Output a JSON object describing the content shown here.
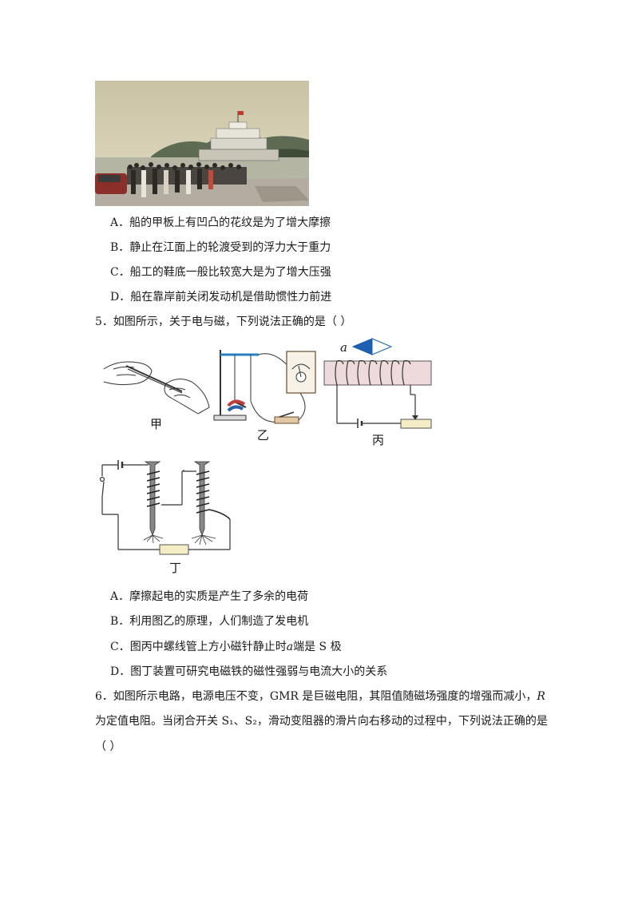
{
  "q4": {
    "options": {
      "A": "A．船的甲板上有凹凸的花纹是为了增大摩擦",
      "B": "B．静止在江面上的轮渡受到的浮力大于重力",
      "C": "C．船工的鞋底一般比较宽大是为了增大压强",
      "D": "D．船在靠岸前关闭发动机是借助惯性力前进"
    }
  },
  "q5": {
    "stem": "5．如图所示，关于电与磁，下列说法正确的是（    ）",
    "fig_labels": {
      "jia": "甲",
      "yi": "乙",
      "bing": "丙",
      "ding": "丁",
      "a": "a"
    },
    "options": {
      "A": "A．摩擦起电的实质是产生了多余的电荷",
      "B": "B．利用图乙的原理，人们制造了发电机",
      "C_pre": "C．图丙中螺线管上方小磁针静止时",
      "C_var": "a",
      "C_post": "端是 S 极",
      "D": "D．图丁装置可研究电磁铁的磁性强弱与电流大小的关系"
    }
  },
  "q6": {
    "line1_pre": "6．如图所示电路，电源电压不变，GMR 是巨磁电阻，其阻值随磁场强度的增强而减小，",
    "line1_var": "R",
    "line2": "为定值电阻。当闭合开关 S₁、S₂，滑动变阻器的滑片向右移动的过程中，下列说法正确的是",
    "line3": "（      ）"
  }
}
